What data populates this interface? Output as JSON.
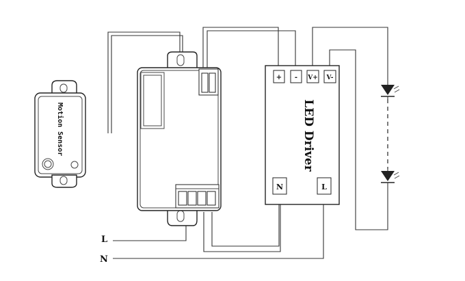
{
  "motion_sensor": {
    "label": "Motion Sensor"
  },
  "led_driver": {
    "title": "LED Driver",
    "output_terminals": [
      "+",
      "-",
      "V+",
      "V-"
    ],
    "input_terminals": [
      "N",
      "L"
    ]
  },
  "mains": {
    "l_label": "L",
    "n_label": "N"
  }
}
